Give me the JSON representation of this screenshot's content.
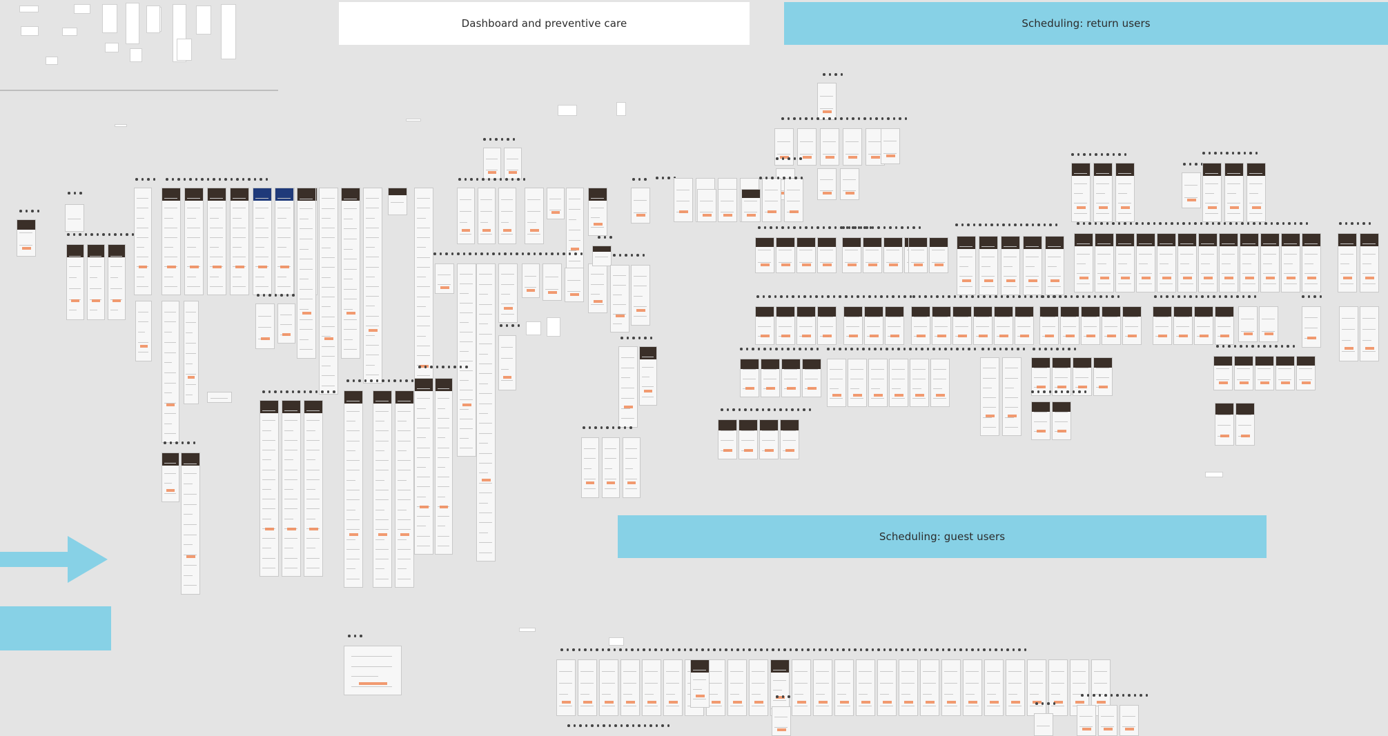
{
  "canvas": {
    "background": "#e4e4e4",
    "accent_blue": "#87d1e6",
    "accent_orange": "#f08a58",
    "frame_header_dark": "#3a2f28",
    "frame_header_navy": "#1f3a7a"
  },
  "sections": {
    "dashboard": {
      "label": "Dashboard and preventive care"
    },
    "return_users": {
      "label": "Scheduling: return users"
    },
    "guest_users": {
      "label": "Scheduling: guest users"
    }
  },
  "icons": {
    "flow_arrow": "arrow-right-icon"
  }
}
